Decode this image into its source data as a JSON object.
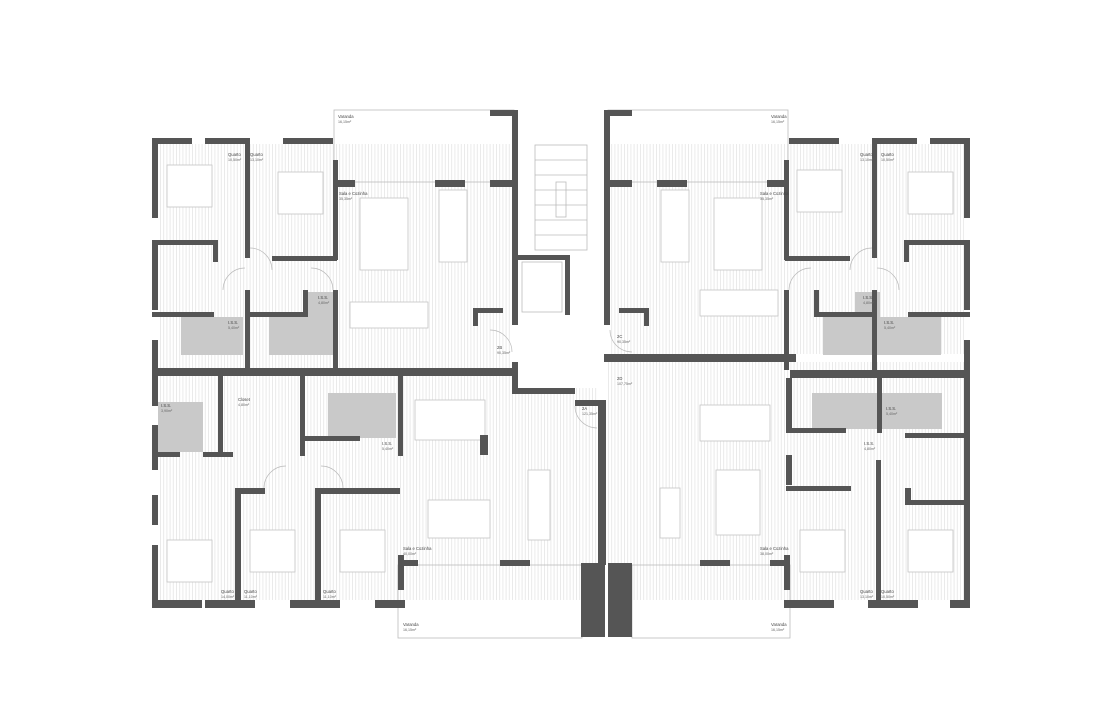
{
  "plan": {
    "wall_color": "#555555",
    "bath_color": "#c9c9c9",
    "rooms": {
      "tl_balcony": {
        "name": "Varanda",
        "area": "16,15m²"
      },
      "tl_room1": {
        "name": "Quarto",
        "area": "10,50m²"
      },
      "tl_room2": {
        "name": "Quarto",
        "area": "13,10m²"
      },
      "tl_living": {
        "name": "Sala e Cozinha",
        "area": "35,35m²"
      },
      "tl_bath1": {
        "name": "I.S.S.",
        "area": "5,40m²"
      },
      "tl_bath2": {
        "name": "I.S.S.",
        "area": "4,80m²"
      },
      "tl_unit": {
        "name": "2B",
        "area": "90,35m²"
      },
      "tr_balcony": {
        "name": "Varanda",
        "area": "16,15m²"
      },
      "tr_room1": {
        "name": "Quarto",
        "area": "13,10m²"
      },
      "tr_room2": {
        "name": "Quarto",
        "area": "10,50m²"
      },
      "tr_living": {
        "name": "Sala e Cozinha",
        "area": "35,35m²"
      },
      "tr_bath1": {
        "name": "I.S.S.",
        "area": "4,80m²"
      },
      "tr_bath2": {
        "name": "I.S.S.",
        "area": "5,40m²"
      },
      "tr_unit": {
        "name": "2C",
        "area": "90,35m²"
      },
      "bl_bath1": {
        "name": "I.S.S.",
        "area": "3,90m²"
      },
      "bl_closet": {
        "name": "Closet",
        "area": "4,80m²"
      },
      "bl_bath2": {
        "name": "I.S.S.",
        "area": "5,40m²"
      },
      "bl_room1": {
        "name": "Quarto",
        "area": "14,00m²"
      },
      "bl_room2": {
        "name": "Quarto",
        "area": "11,10m²"
      },
      "bl_room3": {
        "name": "Quarto",
        "area": "11,10m²"
      },
      "bl_living": {
        "name": "Sala e Cozinha",
        "area": "40,00m²"
      },
      "bl_balcony": {
        "name": "Varanda",
        "area": "16,15m²"
      },
      "bl_unit": {
        "name": "2A",
        "area": "121,35m²"
      },
      "br_unit": {
        "name": "2D",
        "area": "107,75m²"
      },
      "br_bath1": {
        "name": "I.S.S.",
        "area": "4,80m²"
      },
      "br_bath2": {
        "name": "I.S.S.",
        "area": "5,40m²"
      },
      "br_living": {
        "name": "Sala e Cozinha",
        "area": "38,00m²"
      },
      "br_room1": {
        "name": "Quarto",
        "area": "13,10m²"
      },
      "br_room2": {
        "name": "Quarto",
        "area": "10,50m²"
      },
      "br_balcony": {
        "name": "Varanda",
        "area": "16,15m²"
      }
    }
  }
}
